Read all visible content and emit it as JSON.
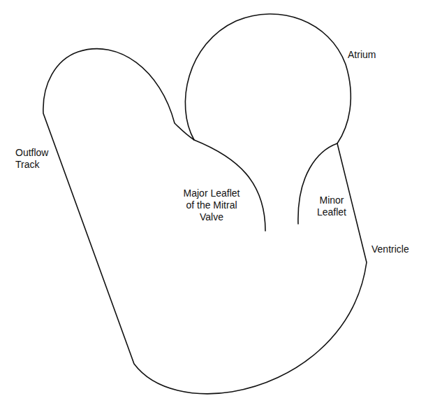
{
  "diagram": {
    "labels": [
      "Atrium",
      "Major Leaflet of the Mitral Valve",
      "Minor Leaflet",
      "Outflow Track",
      "Ventricle"
    ]
  }
}
